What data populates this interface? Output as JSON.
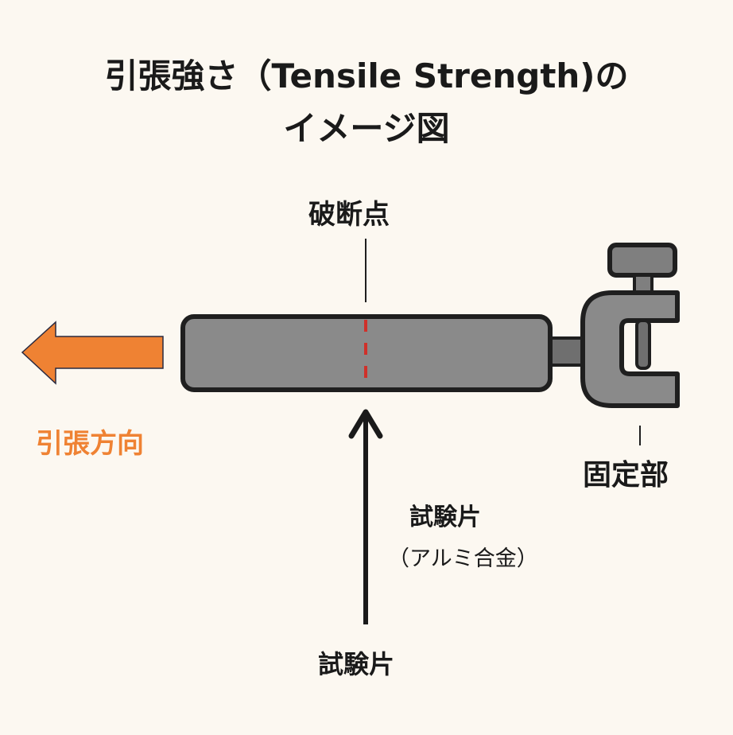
{
  "title": {
    "line1": "引張強さ（Tensile Strength)の",
    "line2": "イメージ図"
  },
  "labels": {
    "fracture_point": "破断点",
    "pull_direction": "引張方向",
    "fixed_part": "固定部",
    "specimen": "試験片",
    "specimen_material": "（アルミ合金）",
    "specimen_bottom": "試験片"
  },
  "colors": {
    "background": "#fcf8f1",
    "arrow": "#ef8233",
    "specimen": "#8a8a8a",
    "fracture_line": "#d0302a",
    "outline": "#1f1f1f"
  }
}
